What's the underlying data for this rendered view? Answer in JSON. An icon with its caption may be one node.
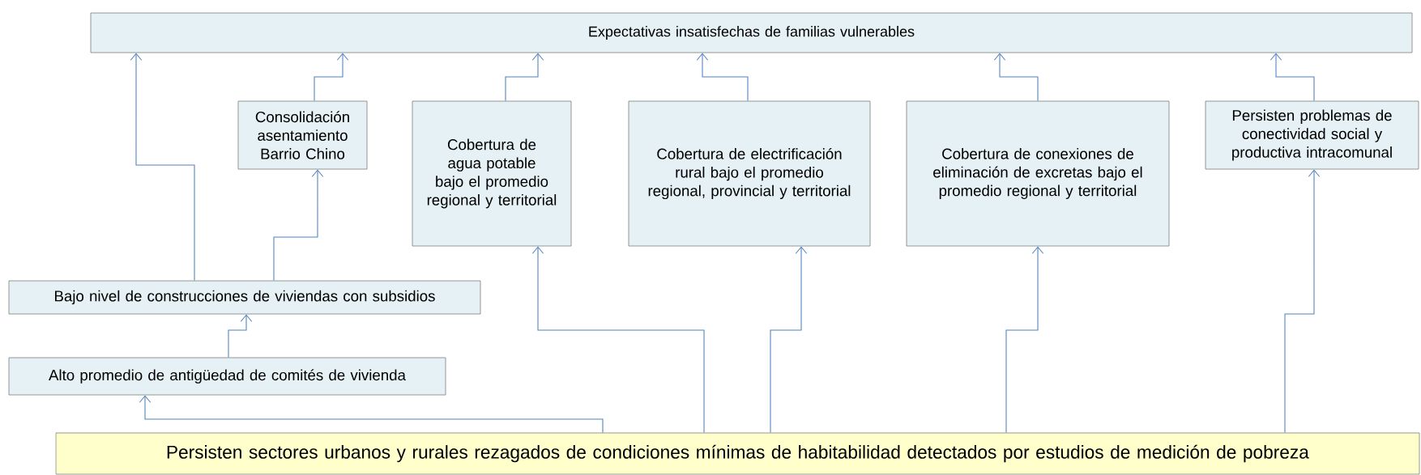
{
  "diagram": {
    "nodes": [
      {
        "text": [
          "Expectativas insatisfechas de familias vulnerables"
        ]
      },
      {
        "text": [
          "Consolidación asentamiento Barrio Chino"
        ]
      },
      {
        "text": [
          "Cobertura de agua potable bajo el promedio regional y territorial"
        ]
      },
      {
        "text": [
          "Cobertura de electrificación rural bajo el promedio regional, provincial y territorial"
        ]
      },
      {
        "text": [
          "Cobertura de conexiones de eliminación de excretas bajo el promedio regional y territorial"
        ]
      },
      {
        "text": [
          "Persisten problemas de conectividad social y productiva intracomunal"
        ]
      },
      {
        "text": [
          "Bajo nivel de construcciones de viviendas con subsidios"
        ]
      },
      {
        "text": [
          "Alto promedio de antigüedad de comités de vivienda"
        ]
      },
      {
        "text": [
          "Persisten sectores urbanos y rurales rezagados de condiciones mínimas de habitabilidad detectados por estudios de medición de pobreza"
        ]
      }
    ],
    "edges": [
      {
        "from": 6,
        "to": 0,
        "arrow": "to"
      },
      {
        "from": 1,
        "to": 0,
        "arrow": "to"
      },
      {
        "from": 2,
        "to": 0,
        "arrow": "to"
      },
      {
        "from": 3,
        "to": 0,
        "arrow": "to"
      },
      {
        "from": 4,
        "to": 0,
        "arrow": "to"
      },
      {
        "from": 5,
        "to": 0,
        "arrow": "to"
      },
      {
        "from": 6,
        "to": 1,
        "arrow": "to"
      },
      {
        "from": 7,
        "to": 6,
        "arrow": "to"
      },
      {
        "from": 8,
        "to": 7,
        "arrow": "to"
      },
      {
        "from": 8,
        "to": 2,
        "arrow": "to"
      },
      {
        "from": 8,
        "to": 3,
        "arrow": "to"
      },
      {
        "from": 8,
        "to": 4,
        "arrow": "to"
      },
      {
        "from": 8,
        "to": 5,
        "arrow": "to"
      }
    ]
  }
}
